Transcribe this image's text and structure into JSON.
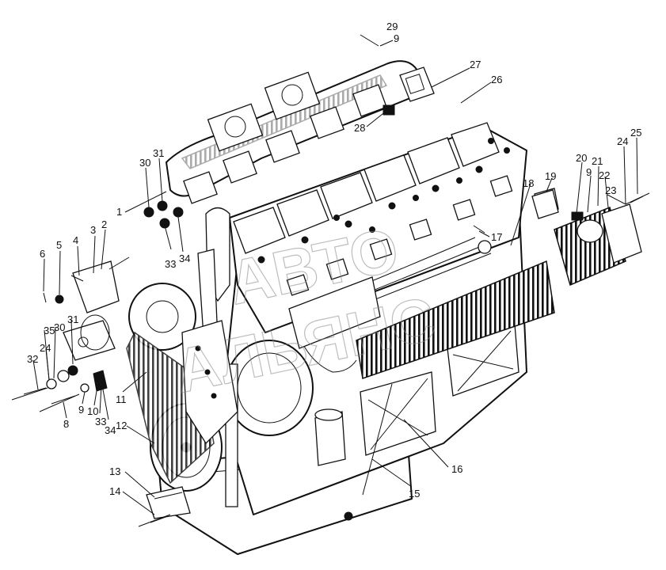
{
  "callouts": [
    {
      "text": "1"
    },
    {
      "text": "2"
    },
    {
      "text": "3"
    },
    {
      "text": "4"
    },
    {
      "text": "5"
    },
    {
      "text": "6"
    },
    {
      "text": "8"
    },
    {
      "text": "9"
    },
    {
      "text": "9"
    },
    {
      "text": "9"
    },
    {
      "text": "10"
    },
    {
      "text": "11"
    },
    {
      "text": "12"
    },
    {
      "text": "13"
    },
    {
      "text": "14"
    },
    {
      "text": "15"
    },
    {
      "text": "16"
    },
    {
      "text": "17"
    },
    {
      "text": "18"
    },
    {
      "text": "19"
    },
    {
      "text": "20"
    },
    {
      "text": "21"
    },
    {
      "text": "22"
    },
    {
      "text": "23"
    },
    {
      "text": "24"
    },
    {
      "text": "24"
    },
    {
      "text": "25"
    },
    {
      "text": "26"
    },
    {
      "text": "27"
    },
    {
      "text": "28"
    },
    {
      "text": "29"
    },
    {
      "text": "30"
    },
    {
      "text": "30"
    },
    {
      "text": "31"
    },
    {
      "text": "31"
    },
    {
      "text": "32"
    },
    {
      "text": "33"
    },
    {
      "text": "33"
    },
    {
      "text": "34"
    },
    {
      "text": "34"
    },
    {
      "text": "35"
    }
  ],
  "watermark": {
    "line1": "АВТО",
    "line2": "АЛЬЯНС"
  },
  "colors": {
    "ink": "#111111",
    "paper": "#ffffff",
    "watermark": "#888888"
  }
}
